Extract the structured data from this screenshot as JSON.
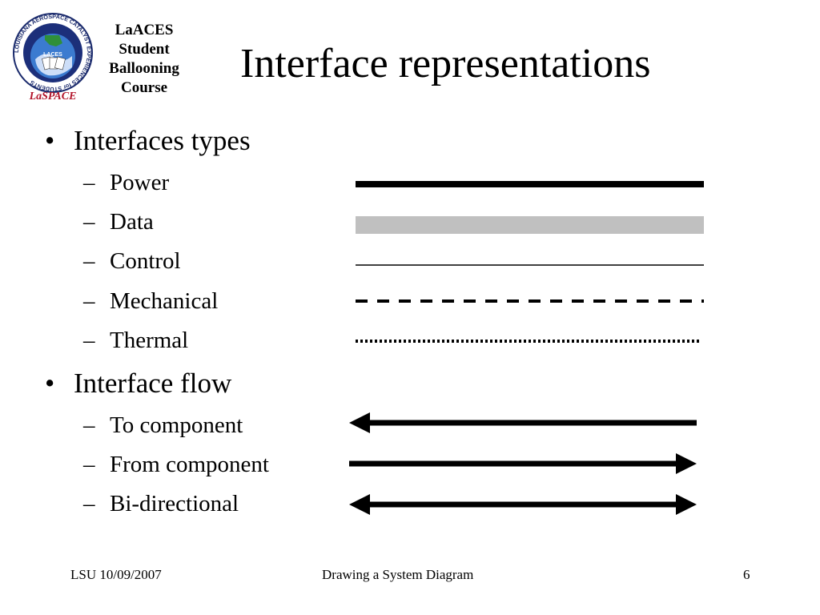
{
  "header": {
    "logo": {
      "ring_text": "LOUISIANA AEROSPACE CATALYST EXPERIENCES for STUDENTS",
      "center_badge": "LACES",
      "wordmark": "LaSPACE"
    },
    "brand_lines": [
      "LaACES",
      "Student",
      "Ballooning",
      "Course"
    ],
    "title": "Interface representations"
  },
  "bullets": [
    {
      "label": "Interfaces types",
      "items": [
        {
          "label": "Power",
          "line_style": "thick-solid"
        },
        {
          "label": "Data",
          "line_style": "wide-gray"
        },
        {
          "label": "Control",
          "line_style": "thin-solid"
        },
        {
          "label": "Mechanical",
          "line_style": "dashed"
        },
        {
          "label": "Thermal",
          "line_style": "dotted"
        }
      ]
    },
    {
      "label": "Interface flow",
      "items": [
        {
          "label": "To component",
          "arrow": "left"
        },
        {
          "label": "From component",
          "arrow": "right"
        },
        {
          "label": "Bi-directional",
          "arrow": "both"
        }
      ]
    }
  ],
  "footer": {
    "left": "LSU 10/09/2007",
    "center": "Drawing a System Diagram",
    "page_number": "6"
  },
  "colors": {
    "text": "#000000",
    "data_line": "#c0c0c0",
    "background": "#ffffff"
  }
}
